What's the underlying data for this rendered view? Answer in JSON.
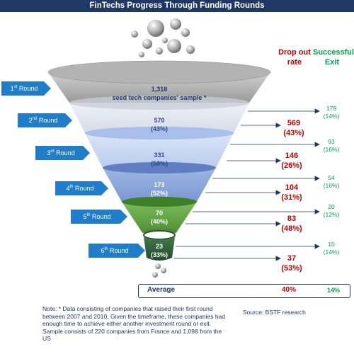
{
  "title": "FinTechs Progress Through Funding Rounds",
  "columns": {
    "drop_rate": "Drop out rate",
    "exit": "Successful Exit"
  },
  "stages": [
    {
      "round_num": "1",
      "round_sup": "st",
      "round_word": "Round",
      "value": "1,318",
      "sub": "seed tech companies' sample *",
      "drop": "",
      "drop_pct": "",
      "exit": "179",
      "exit_pct": "(14%)"
    },
    {
      "round_num": "2",
      "round_sup": "nd",
      "round_word": "Round",
      "value": "570",
      "sub": "(43%)",
      "drop": "569",
      "drop_pct": "(43%)",
      "exit": "93",
      "exit_pct": "(16%)"
    },
    {
      "round_num": "3",
      "round_sup": "rd",
      "round_word": "Round",
      "value": "331",
      "sub": "(58%)",
      "drop": "146",
      "drop_pct": "(26%)",
      "exit": "54",
      "exit_pct": "(16%)"
    },
    {
      "round_num": "4",
      "round_sup": "th",
      "round_word": "Round",
      "value": "173",
      "sub": "(52%)",
      "drop": "104",
      "drop_pct": "(31%)",
      "exit": "20",
      "exit_pct": "(12%)"
    },
    {
      "round_num": "5",
      "round_sup": "th",
      "round_word": "Round",
      "value": "70",
      "sub": "(40%)",
      "drop": "83",
      "drop_pct": "(48%)",
      "exit": "10",
      "exit_pct": "(14%)"
    },
    {
      "round_num": "6",
      "round_sup": "th",
      "round_word": "Round",
      "value": "23",
      "sub": "(33%)",
      "drop": "37",
      "drop_pct": "(53%)",
      "exit": "",
      "exit_pct": ""
    }
  ],
  "average": {
    "label": "Average",
    "drop": "40%",
    "exit": "14%"
  },
  "note": "Note: * Data consisting of companies that raised their first round between 2007 and 2010. Given the timeframe, these companies had enough time to achieve either another investment round or exit. Sample consists of 220 companies from France and 1,098 from the US",
  "source": "Source: BSTF research",
  "colors": {
    "title_bg": "#1f3864",
    "arrow": "#1f7dc9",
    "drop": "#c00000",
    "exit": "#00a050",
    "stage1": "#a6a6a6",
    "stage2": "#dfe4ee",
    "stage3": "#c5d3f0",
    "stage4": "#8ea9db",
    "stage5": "#63a845",
    "stage6": "#2e5d3a"
  }
}
